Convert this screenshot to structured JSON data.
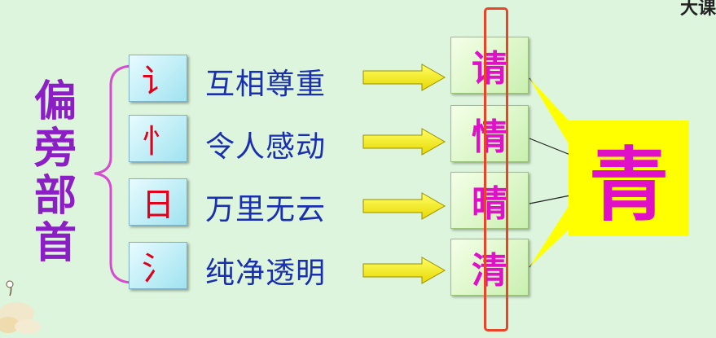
{
  "corner_label": "大课",
  "title": [
    "偏",
    "旁",
    "部",
    "首"
  ],
  "rows": [
    {
      "radical": "讠",
      "phrase": "互相尊重",
      "character": "请"
    },
    {
      "radical": "忄",
      "phrase": "令人感动",
      "character": "情"
    },
    {
      "radical": "日",
      "phrase": "万里无云",
      "character": "晴"
    },
    {
      "radical": "氵",
      "phrase": "纯净透明",
      "character": "清"
    }
  ],
  "base_character": "青",
  "colors": {
    "background": "#dcf5dc",
    "title": "#8b1ec4",
    "radical": "#e0001a",
    "phrase": "#1a2fb0",
    "character": "#e010c8",
    "base_box": "#ffff00",
    "highlight_frame": "#e8442a"
  }
}
